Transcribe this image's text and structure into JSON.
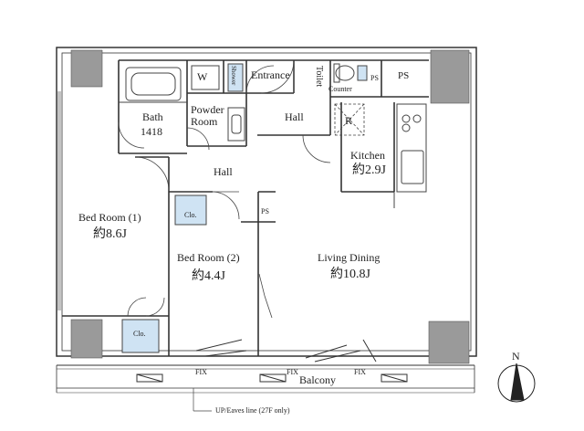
{
  "rooms": {
    "bath": {
      "label": "Bath",
      "size": "1418"
    },
    "powder_room": {
      "label": "Powder Room"
    },
    "washer": {
      "label": "W"
    },
    "shower": {
      "label": "Shower"
    },
    "entrance": {
      "label": "Entrance"
    },
    "toilet": {
      "label": "Toilet"
    },
    "counter": {
      "label": "Counter"
    },
    "ps_top_small": {
      "label": "PS"
    },
    "ps_top": {
      "label": "PS"
    },
    "hall_upper": {
      "label": "Hall"
    },
    "hall_lower": {
      "label": "Hall"
    },
    "refrigerator": {
      "label": "R"
    },
    "kitchen": {
      "label": "Kitchen",
      "size": "約2.9J"
    },
    "bed_room_1": {
      "label": "Bed Room (1)",
      "size": "約8.6J"
    },
    "bed_room_2": {
      "label": "Bed Room (2)",
      "size": "約4.4J"
    },
    "closet_bed2": {
      "label": "Clo."
    },
    "closet_bed1": {
      "label": "Clo."
    },
    "ps_mid": {
      "label": "PS"
    },
    "living_dining": {
      "label": "Living Dining",
      "size": "約10.8J"
    },
    "balcony": {
      "label": "Balcony"
    }
  },
  "window_marks": [
    "FIX",
    "FIX",
    "FIX"
  ],
  "eaves_note": "UP/Eaves line (27F only)",
  "north": {
    "label": "N"
  },
  "colors": {
    "wall": "#9a9a9a",
    "line": "#333333",
    "closet": "#cfe3f3",
    "shade": "#e6e6e6"
  }
}
